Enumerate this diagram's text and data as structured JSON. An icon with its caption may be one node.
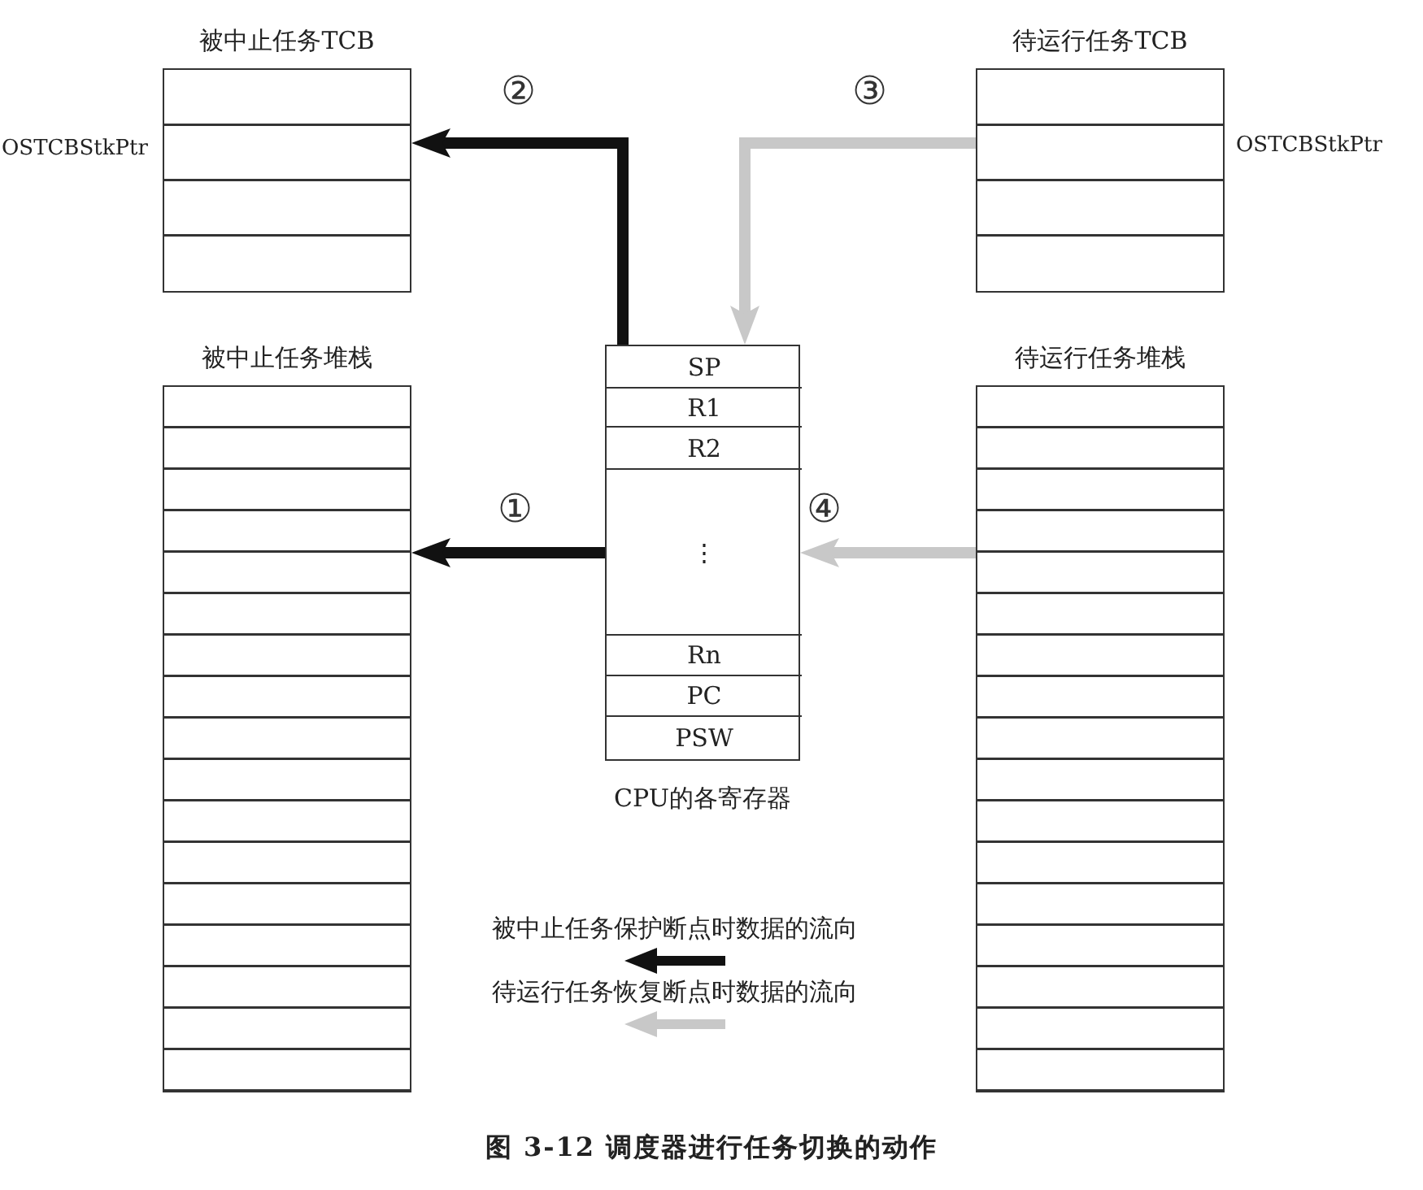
{
  "diagram": {
    "caption": "图 3-12 调度器进行任务切换的动作",
    "nodes": [
      {
        "text": [
          "被中止任务TCB"
        ],
        "beside": [
          "OSTCBStkPtr"
        ]
      },
      {
        "text": [
          "待运行任务TCB"
        ],
        "beside": [
          "OSTCBStkPtr"
        ]
      },
      {
        "text": [
          "被中止任务堆栈"
        ]
      },
      {
        "text": [
          "待运行任务堆栈"
        ]
      },
      {
        "text": [
          "CPU的各寄存器"
        ]
      },
      {
        "text": [
          "SP"
        ],
        "in": 4
      },
      {
        "text": [
          "R1"
        ],
        "in": 4
      },
      {
        "text": [
          "R2"
        ],
        "in": 4
      },
      {
        "text": [
          "⋮"
        ],
        "in": 4
      },
      {
        "text": [
          "Rn"
        ],
        "in": 4
      },
      {
        "text": [
          "PC"
        ],
        "in": 4
      },
      {
        "text": [
          "PSW"
        ],
        "in": 4
      }
    ],
    "edges": [
      {
        "from": 5,
        "to": 0,
        "arrow": "to",
        "label": "②",
        "color": "#111111"
      },
      {
        "from": 1,
        "to": 5,
        "arrow": "to",
        "label": "③",
        "color": "#c8c8c8"
      },
      {
        "from": 4,
        "to": 2,
        "arrow": "to",
        "label": "①",
        "color": "#111111"
      },
      {
        "from": 3,
        "to": 4,
        "arrow": "to",
        "label": "④",
        "color": "#c8c8c8"
      }
    ],
    "legend": [
      {
        "text": "被中止任务保护断点时数据的流向"
      },
      {
        "text": "待运行任务恢复断点时数据的流向"
      }
    ]
  }
}
